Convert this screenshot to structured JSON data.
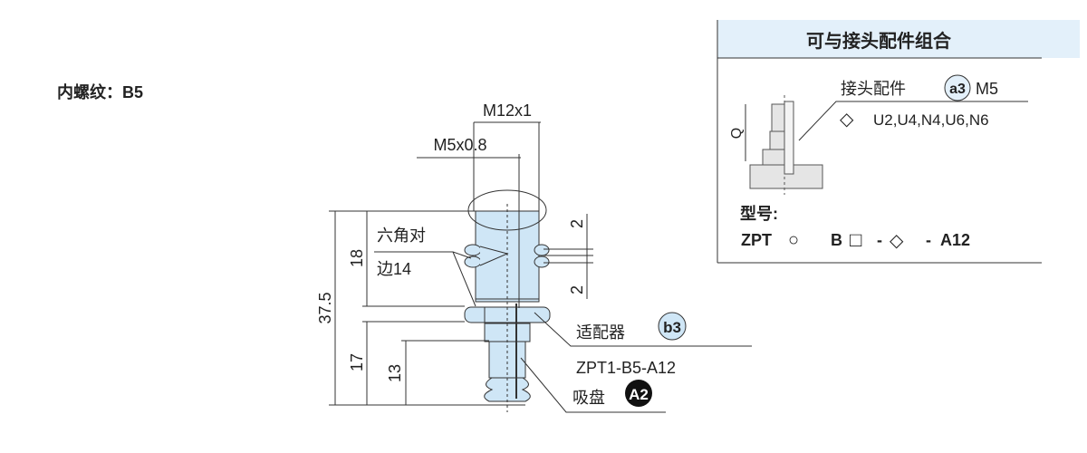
{
  "title": "内螺纹：B5",
  "drawing": {
    "thread_outer": "M12x1",
    "thread_inner": "M5x0.8",
    "dim_total": "37.5",
    "dim_upper": "18",
    "dim_lower": "17",
    "dim_cup": "13",
    "dim_nut_top": "2",
    "dim_nut_bottom": "2",
    "hex_label_line1": "六角对",
    "hex_label_line2": "边14",
    "adapter_label": "适配器",
    "adapter_badge": "b3",
    "adapter_model": "ZPT1-B5-A12",
    "cup_label": "吸盘",
    "cup_badge": "A2"
  },
  "combo_box": {
    "header": "可与接头配件组合",
    "fitting_label": "接头配件",
    "fitting_badge": "a3",
    "fitting_size": "M5",
    "fitting_options_symbol": "◇",
    "fitting_options": "U2,U4,N4,U6,N6",
    "q_label": "Q",
    "model_label": "型号:",
    "model_prefix": "ZPT",
    "model_circle": "○",
    "model_b": "B",
    "model_square": "□",
    "model_dash1": "-",
    "model_diamond": "◇",
    "model_dash2": "-",
    "model_suffix": "A12"
  },
  "colors": {
    "part_fill": "#cfe6f6",
    "header_fill": "#e3f0fa",
    "line": "#333333"
  }
}
